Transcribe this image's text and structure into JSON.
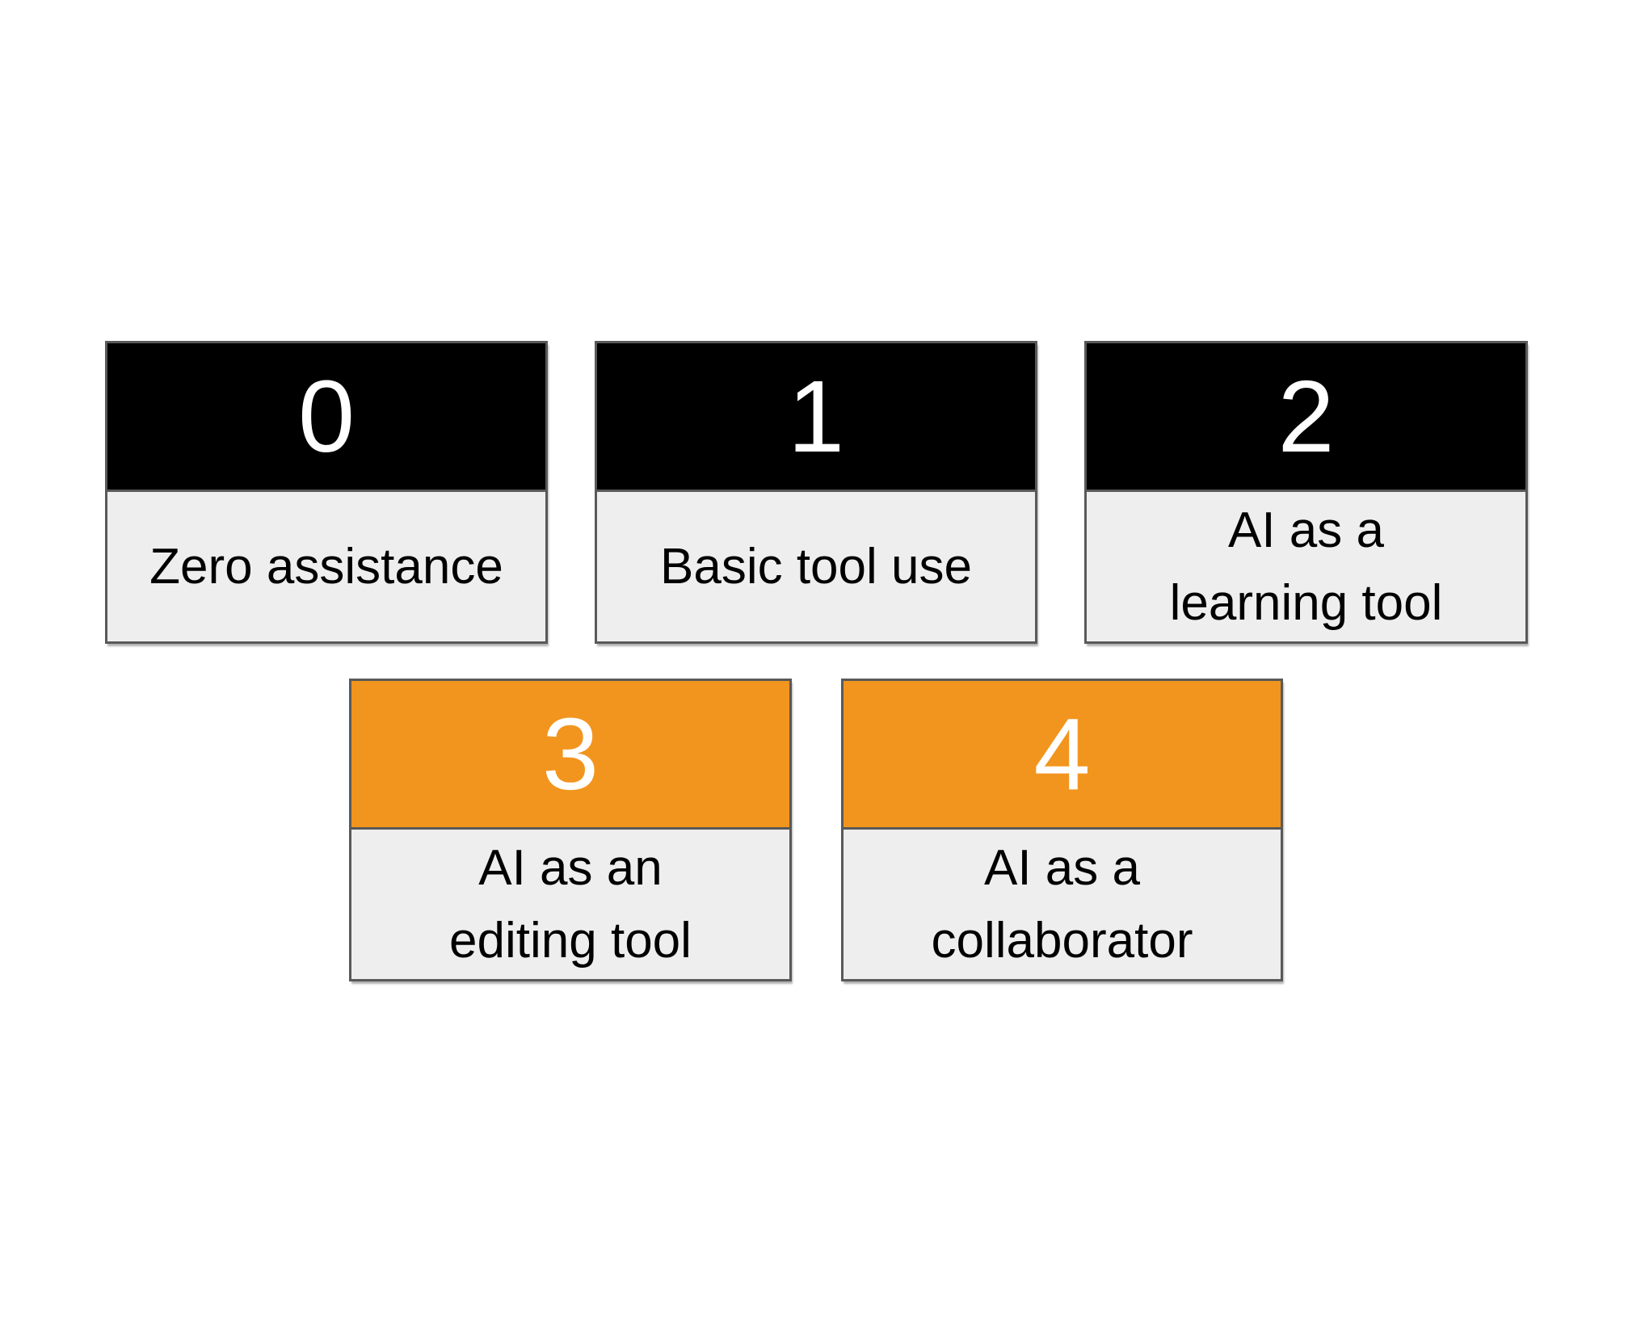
{
  "diagram": {
    "description_colors": {
      "header_dark": "#000000",
      "header_orange": "#F2951E",
      "body_bg": "#EEEEEE",
      "border": "#595959",
      "number_text": "#FFFFFF",
      "label_text": "#000000",
      "page_bg": "#FFFFFF"
    },
    "cards": [
      {
        "number": "0",
        "label": "Zero assistance",
        "variant": "dark"
      },
      {
        "number": "1",
        "label": "Basic tool use",
        "variant": "dark"
      },
      {
        "number": "2",
        "label": "AI as a\nlearning tool",
        "variant": "dark"
      },
      {
        "number": "3",
        "label": "AI as an\nediting tool",
        "variant": "orange"
      },
      {
        "number": "4",
        "label": "AI as a\ncollaborator",
        "variant": "orange"
      }
    ]
  }
}
